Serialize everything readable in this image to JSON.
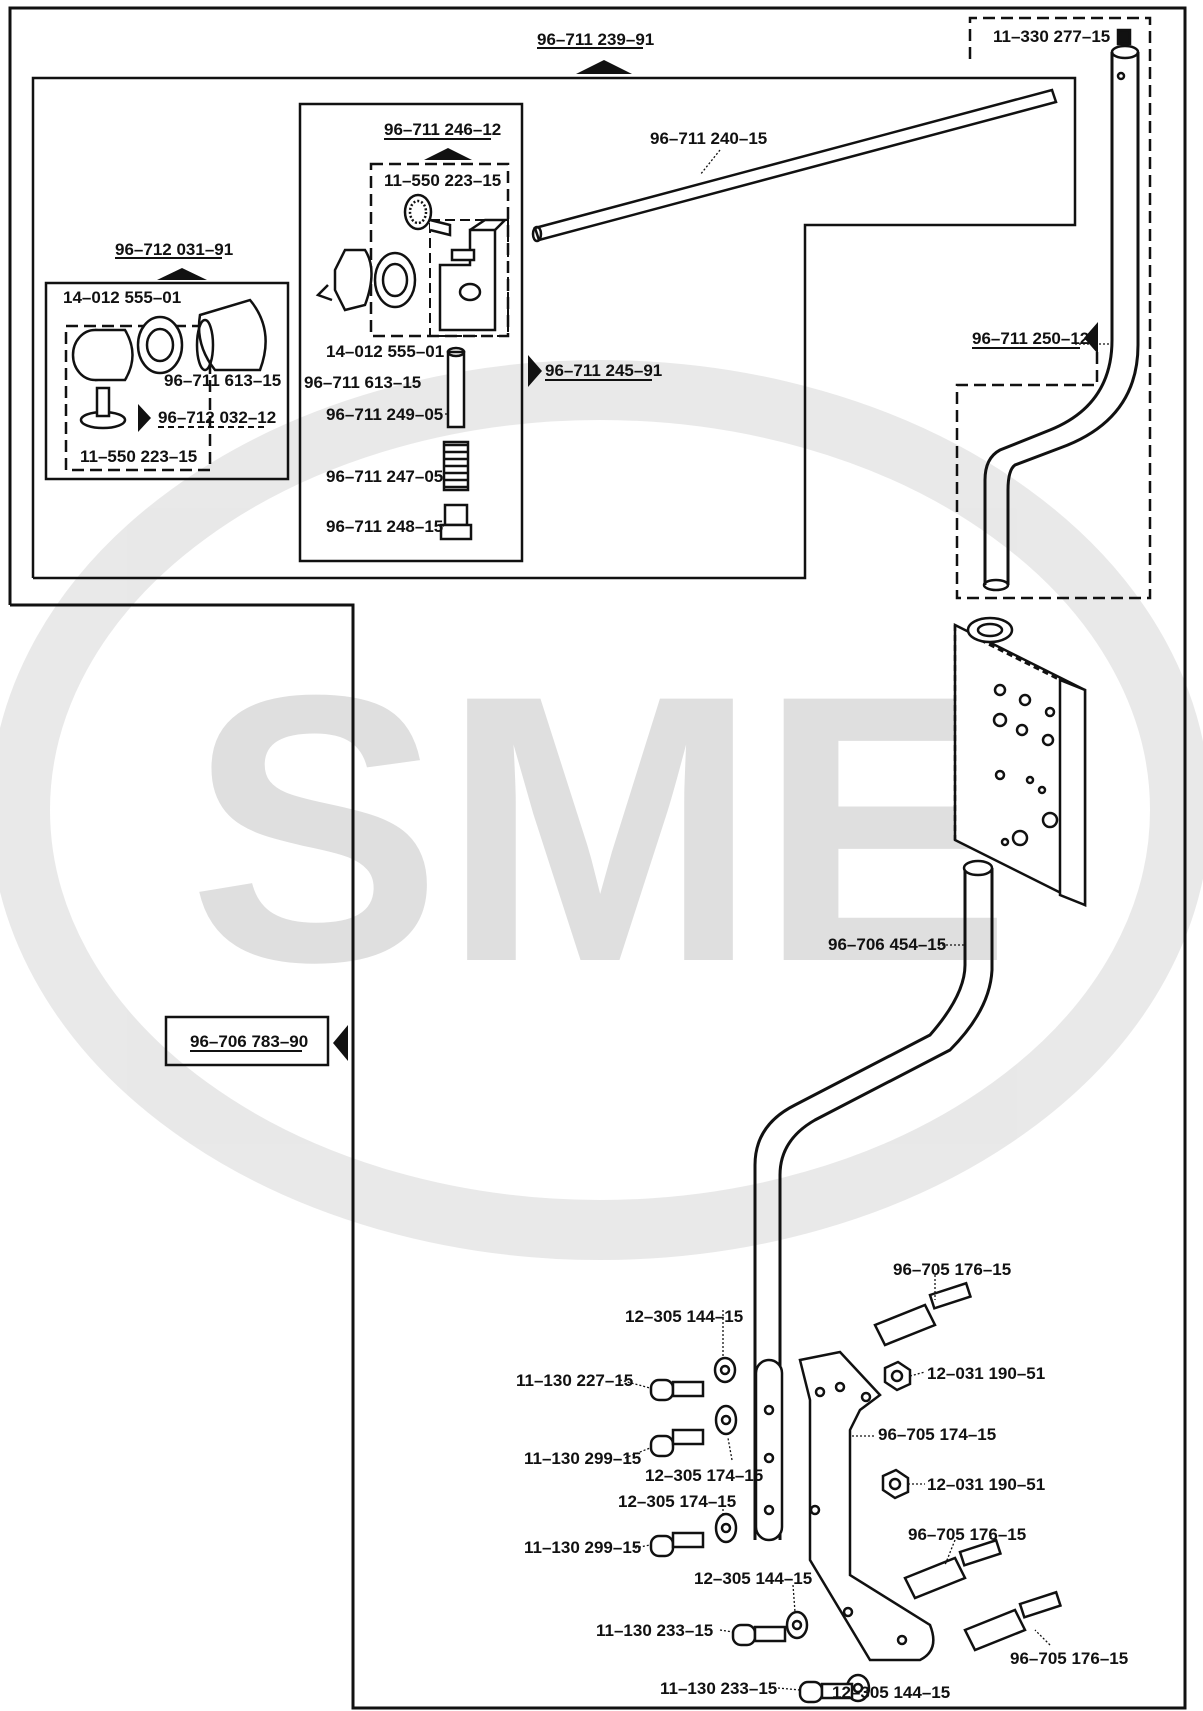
{
  "watermark": "SME",
  "groups": {
    "g_239_91": "96–711 239–91",
    "g_246_12": "96–711 246–12",
    "g_031_91": "96–712 031–91",
    "g_245_91": "96–711 245–91",
    "g_032_12": "96–712 032–12",
    "g_250_12": "96–711 250–12",
    "g_783_90": "96–706 783–90",
    "g_277_15": "11–330 277–15"
  },
  "parts": {
    "p_240_15": "96–711 240–15",
    "p_550_223_a": "11–550 223–15",
    "p_012_555_a": "14–012 555–01",
    "p_012_555_b": "14–012 555–01",
    "p_613_a": "96–711 613–15",
    "p_613_b": "96–711 613–15",
    "p_550_223_b": "11–550 223–15",
    "p_249_05": "96–711 249–05",
    "p_247_05": "96–711 247–05",
    "p_248_15": "96–711 248–15",
    "p_454_15": "96–706 454–15",
    "p_176_a": "96–705 176–15",
    "p_144_a": "12–305 144–15",
    "p_190_a": "12–031 190–51",
    "p_227_15": "11–130 227–15",
    "p_174_plate": "96–705 174–15",
    "p_299_a": "11–130 299–15",
    "p_174_a": "12–305 174–15",
    "p_190_b": "12–031 190–51",
    "p_174_b": "12–305 174–15",
    "p_299_b": "11–130 299–15",
    "p_176_b": "96–705 176–15",
    "p_144_b": "12–305 144–15",
    "p_233_a": "11–130 233–15",
    "p_176_c": "96–705 176–15",
    "p_233_b": "11–130 233–15",
    "p_144_c": "12–305 144–15"
  }
}
